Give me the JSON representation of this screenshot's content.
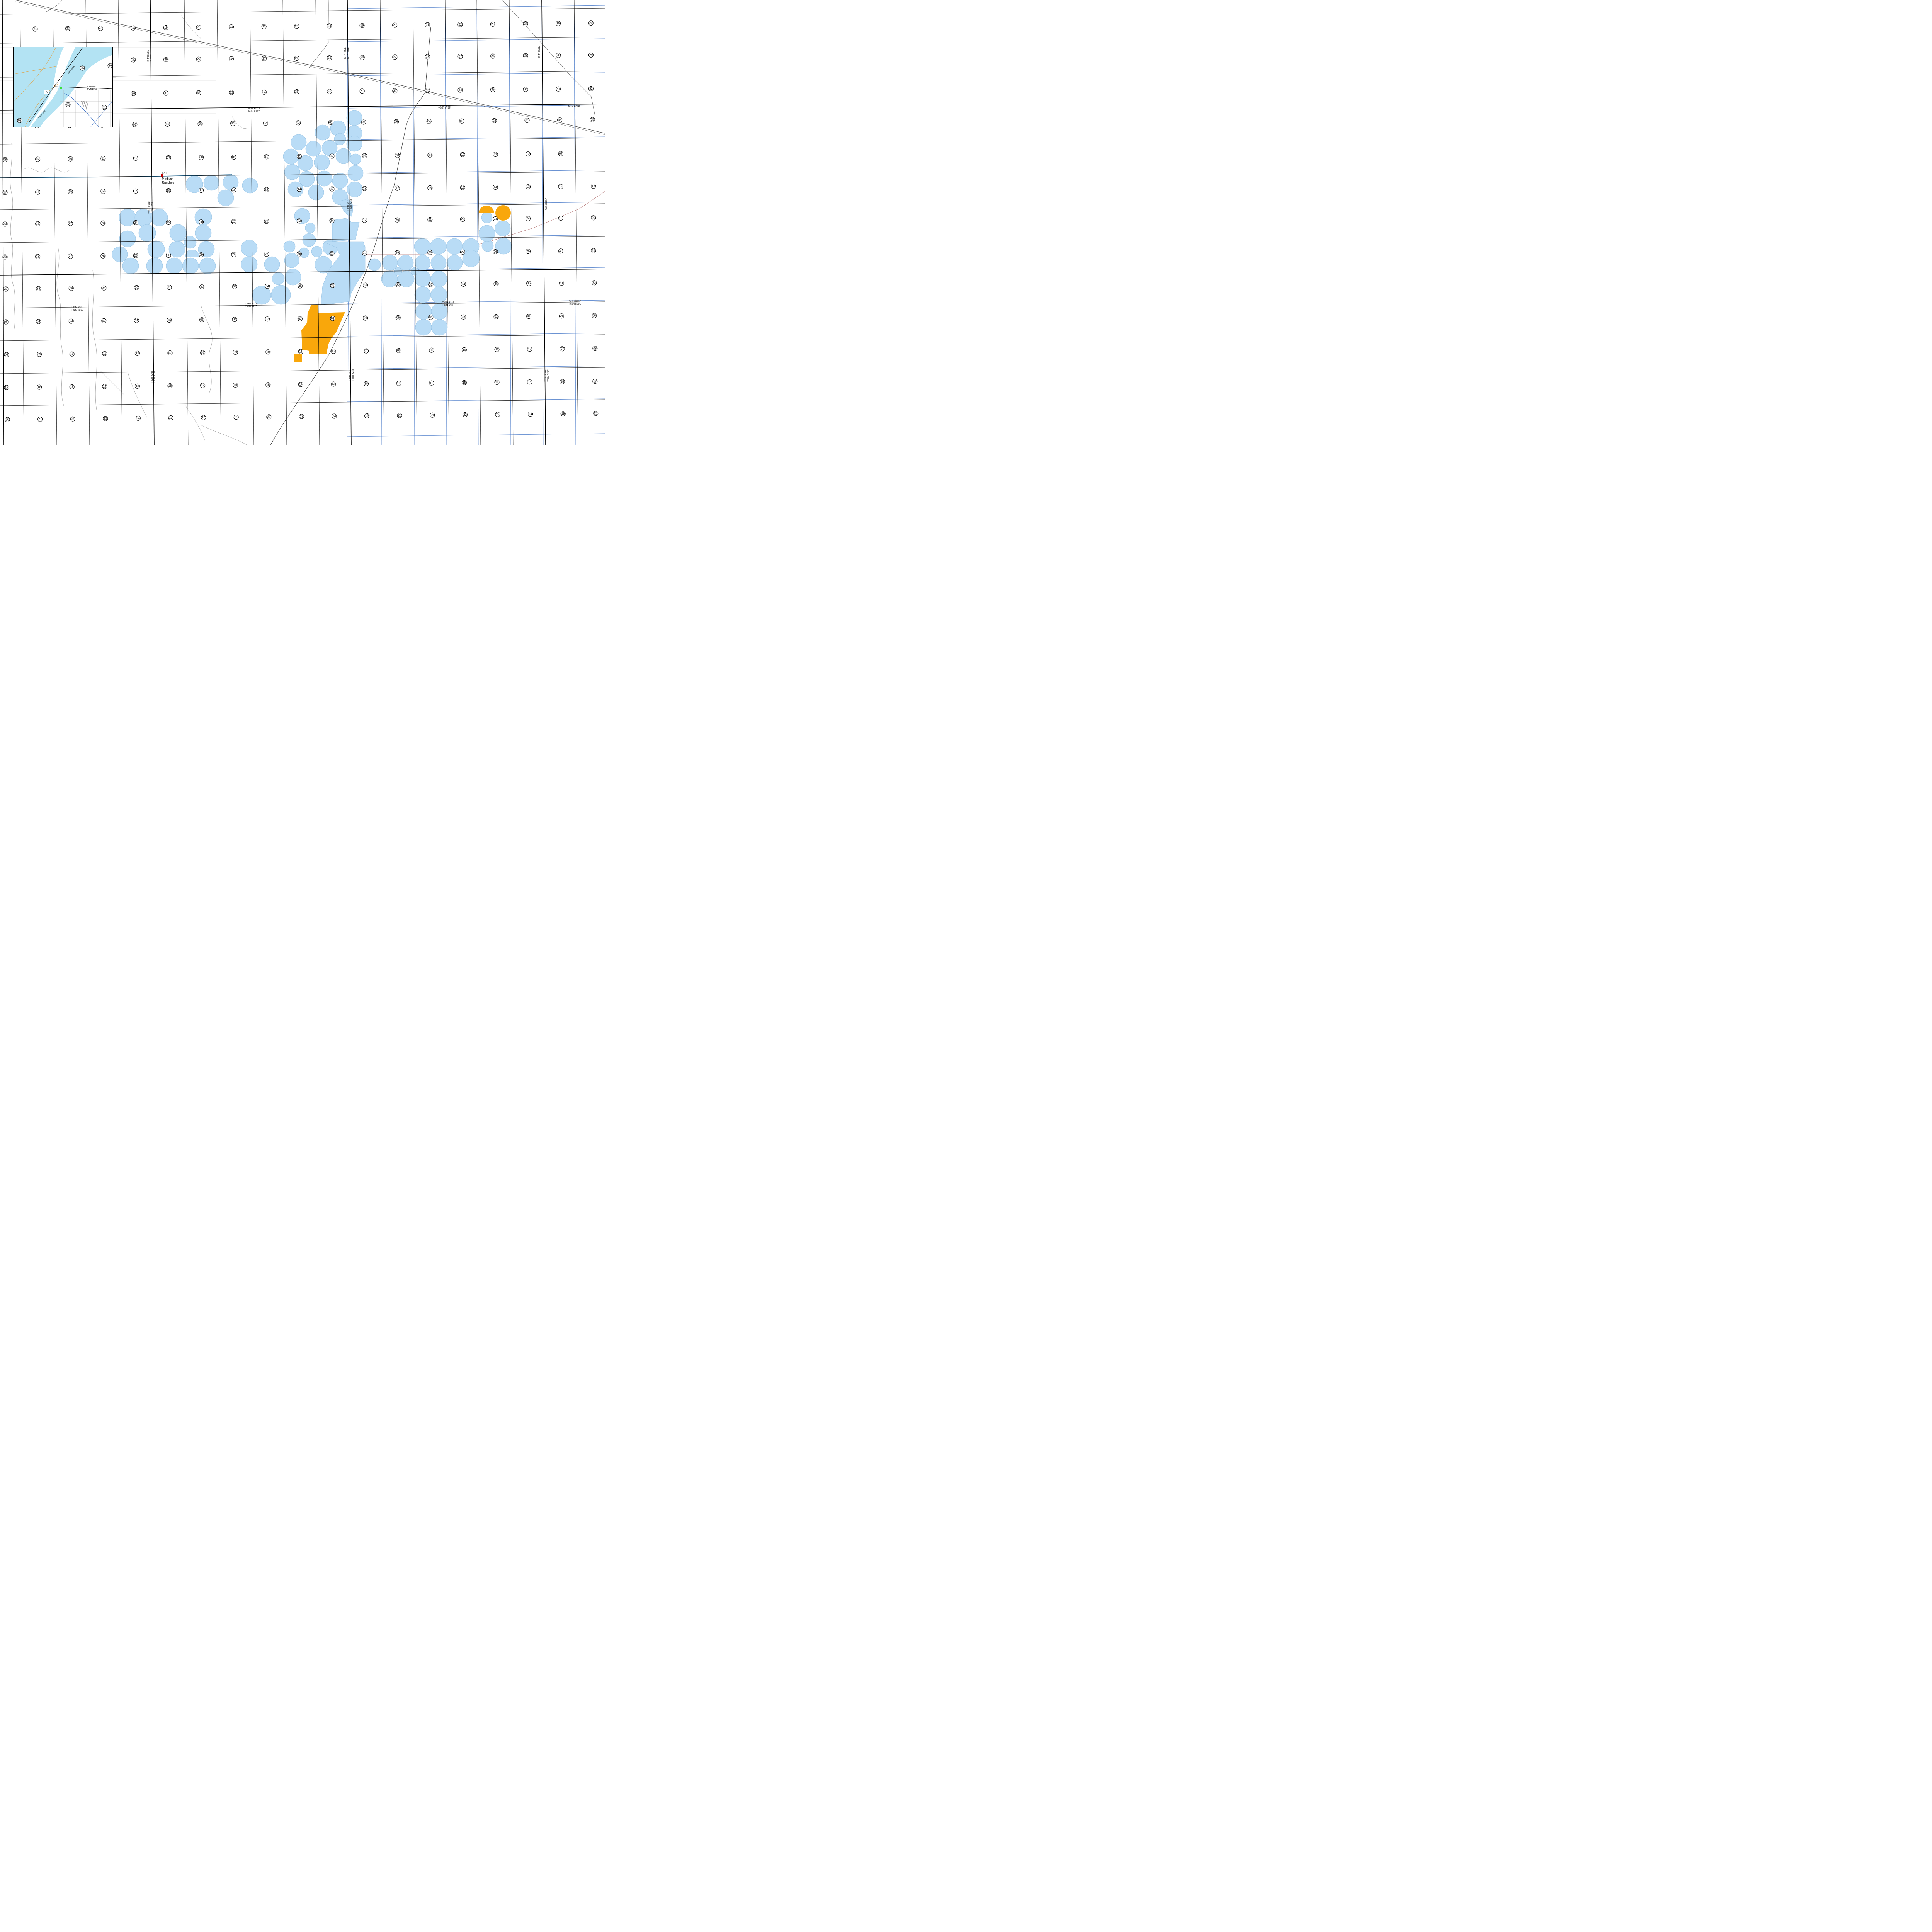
{
  "map": {
    "colors": {
      "background": "#ffffff",
      "section_line": "#000000",
      "township_line": "#000000",
      "canal_blue": "#3a6fc4",
      "pivot_fill": "#b9dcf6",
      "pivot_stroke": "#8fbde0",
      "parcel_orange": "#f9a70b",
      "road_gray": "#a0a0a0",
      "railway": "#555555",
      "powerline": "#b07070",
      "marker_red": "#c00000"
    },
    "place_marker": {
      "label_line1": "L&L",
      "label_line2": "Madison",
      "label_line3": "Ranches"
    },
    "township_labels": [
      {
        "top": "T04N R27E",
        "bottom": "T03N R27E"
      },
      {
        "top": "T04N R28E",
        "bottom": "T03N R28E"
      },
      {
        "top": "T03N R29E",
        "bottom": ""
      },
      {
        "top": "T03N R26E",
        "bottom": "T02N R26E"
      },
      {
        "top": "T03N R27E",
        "bottom": "T02N R27E"
      },
      {
        "top": "T03N R28E",
        "bottom": "T02N R28E"
      },
      {
        "top": "T03N R29E",
        "bottom": "T02N R29E"
      },
      {
        "top": "T04N R26E",
        "bottom": "T04N R27E"
      },
      {
        "top": "T04N R27E",
        "bottom": "T04N R28E"
      },
      {
        "top": "T04N R28E",
        "bottom": ""
      },
      {
        "top": "T03N R26E",
        "bottom": "T03N R27E"
      },
      {
        "top": "T03N R27E",
        "bottom": "T03N R28E"
      },
      {
        "top": "T03N R28E",
        "bottom": "T03N R29E"
      },
      {
        "top": "T02N R26E",
        "bottom": "T02N R27E"
      },
      {
        "top": "T02N R27E",
        "bottom": "T02N R28E"
      },
      {
        "top": "T02N R28E",
        "bottom": "T02N R29E"
      }
    ],
    "section_rows": [
      [
        "21",
        "22",
        "23",
        "24",
        "19",
        "20",
        "21",
        "22",
        "23",
        "24",
        "19",
        "20",
        "21",
        "22",
        "23",
        "24",
        "19",
        "20"
      ],
      [
        "25",
        "30",
        "29",
        "28",
        "27",
        "26",
        "25",
        "30",
        "29",
        "28",
        "27",
        "26",
        "25",
        "30",
        "29"
      ],
      [
        "36",
        "31",
        "32",
        "33",
        "34",
        "35",
        "36",
        "31",
        "32",
        "33",
        "34",
        "35",
        "36",
        "31",
        "32"
      ],
      [
        "04",
        "03",
        "02",
        "01",
        "06",
        "05",
        "04",
        "03",
        "02",
        "01",
        "06",
        "05",
        "04",
        "03",
        "02",
        "01",
        "06",
        "05"
      ],
      [
        "08",
        "09",
        "10",
        "11",
        "12",
        "07",
        "08",
        "09",
        "10",
        "11",
        "12",
        "07",
        "08",
        "09",
        "10",
        "11",
        "12",
        "07"
      ],
      [
        "17",
        "16",
        "15",
        "14",
        "13",
        "18",
        "17",
        "16",
        "15",
        "14",
        "13",
        "18",
        "17",
        "16",
        "15",
        "14",
        "13",
        "18",
        "17"
      ],
      [
        "20",
        "21",
        "22",
        "23",
        "24",
        "19",
        "20",
        "21",
        "22",
        "23",
        "24",
        "19",
        "20",
        "21",
        "22",
        "23",
        "24",
        "19",
        "20"
      ],
      [
        "29",
        "28",
        "27",
        "26",
        "25",
        "30",
        "29",
        "28",
        "27",
        "26",
        "25",
        "30",
        "29",
        "28",
        "27",
        "26",
        "25",
        "30",
        "29"
      ],
      [
        "32",
        "33",
        "34",
        "35",
        "36",
        "31",
        "32",
        "33",
        "34",
        "35",
        "36",
        "31",
        "32",
        "33",
        "34",
        "35",
        "36",
        "31",
        "32"
      ],
      [
        "05",
        "04",
        "03",
        "02",
        "01",
        "06",
        "05",
        "04",
        "03",
        "02",
        "01",
        "06",
        "05",
        "04",
        "03",
        "02",
        "01",
        "06",
        "05"
      ],
      [
        "08",
        "09",
        "10",
        "11",
        "12",
        "07",
        "08",
        "09",
        "10",
        "11",
        "12",
        "07",
        "08",
        "09",
        "10",
        "11",
        "12",
        "07",
        "08"
      ],
      [
        "17",
        "16",
        "15",
        "14",
        "13",
        "18",
        "17",
        "16",
        "15",
        "14",
        "13",
        "18",
        "17",
        "16",
        "15",
        "14",
        "13",
        "18",
        "17"
      ],
      [
        "20",
        "21",
        "22",
        "23",
        "24",
        "19",
        "20",
        "21",
        "22",
        "23",
        "24",
        "19",
        "20",
        "21",
        "22",
        "23",
        "24",
        "19",
        "20"
      ]
    ]
  },
  "inset": {
    "sections": [
      "35",
      "36",
      "02",
      "01",
      "03"
    ],
    "township_labels": [
      "T05N R25E",
      "T05N R25E",
      "T04N R25E",
      "T04N R25E"
    ],
    "canal_label_line1": "Columbia",
    "canal_label_line2": "Improvement",
    "canal_label_line3": "District",
    "marker_label": "A",
    "colors": {
      "water": "#b3e3f3",
      "boundary": "#e0a040",
      "line": "#000000",
      "canal": "#3a6fc4",
      "road": "#a0a0a0",
      "marker": "#3adf3a"
    }
  }
}
